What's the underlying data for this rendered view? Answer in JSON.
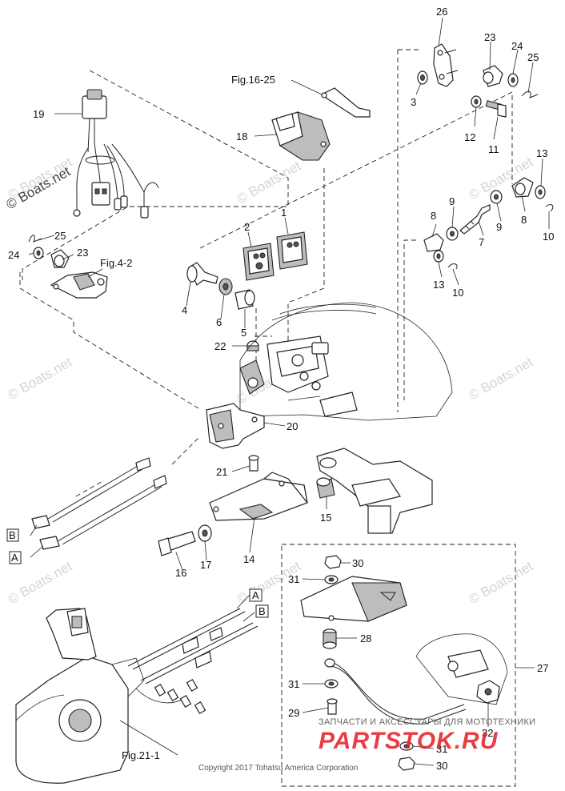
{
  "watermarks": [
    "© Boats.net"
  ],
  "copyright": "Copyright 2017 Tohatsu America Corporation",
  "dealer": {
    "tagline": "ЗАПЧАСТИ И АКСЕССУАРЫ ДЛЯ МОТОТЕХНИКИ",
    "brand": "PARTSTOK.RU",
    "brand_color": "#e31b23"
  },
  "references": {
    "fig16": "Fig.16-25",
    "fig4": "Fig.4-2",
    "fig21": "Fig.21-1"
  },
  "cable_tags": {
    "a": "A",
    "b": "B"
  },
  "callouts": {
    "n1": "1",
    "n2": "2",
    "n3": "3",
    "n4": "4",
    "n5": "5",
    "n6": "6",
    "n7": "7",
    "n8a": "8",
    "n8b": "8",
    "n9a": "9",
    "n9b": "9",
    "n10a": "10",
    "n10b": "10",
    "n11": "11",
    "n12": "12",
    "n13a": "13",
    "n13b": "13",
    "n14": "14",
    "n15": "15",
    "n16": "16",
    "n17": "17",
    "n18": "18",
    "n19": "19",
    "n20": "20",
    "n21": "21",
    "n22": "22",
    "n23a": "23",
    "n23b": "23",
    "n24a": "24",
    "n24b": "24",
    "n25a": "25",
    "n25b": "25",
    "n26": "26",
    "n27": "27",
    "n28": "28",
    "n29": "29",
    "n30a": "30",
    "n30b": "30",
    "n31a": "31",
    "n31b": "31",
    "n31c": "31",
    "n32": "32"
  }
}
